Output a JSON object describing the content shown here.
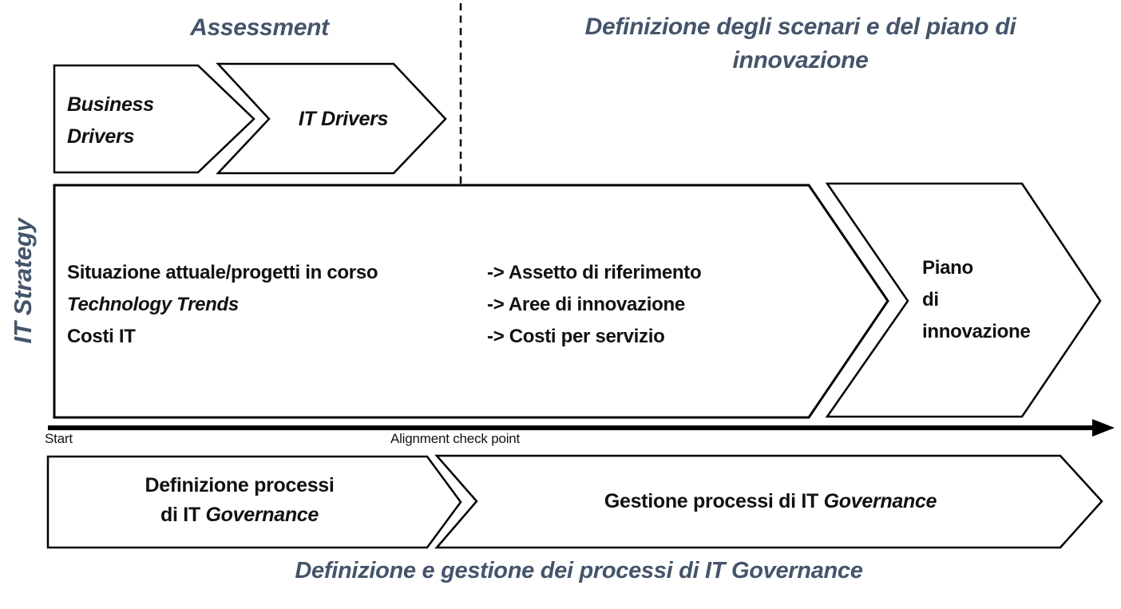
{
  "colors": {
    "accent": "#44546A",
    "shape_stroke": "#000000",
    "shape_fill": "#ffffff",
    "text": "#111111",
    "background": "#ffffff"
  },
  "phase_headers": {
    "assessment": "Assessment",
    "definizione": "Definizione degli scenari e del piano di\ninnovazione"
  },
  "side_label": "IT Strategy",
  "top_row": {
    "business_drivers": "Business\nDrivers",
    "it_drivers": "IT Drivers"
  },
  "main_box": {
    "left_items": [
      {
        "text": "Situazione attuale/progetti in corso",
        "style": "bold"
      },
      {
        "text": "Technology Trends",
        "style": "bold-italic"
      },
      {
        "text": "Costi IT",
        "style": "bold"
      }
    ],
    "right_items": [
      "-> Assetto di riferimento",
      "-> Aree di innovazione",
      "-> Costi per servizio"
    ],
    "output_label": "Piano\ndi\ninnovazione"
  },
  "timeline": {
    "start_label": "Start",
    "checkpoint_label": "Alignment check point"
  },
  "governance_row": {
    "definizione": {
      "line1": "Definizione processi",
      "line2_prefix": "di IT ",
      "line2_italic": "Governance"
    },
    "gestione": {
      "prefix": "Gestione processi di IT ",
      "italic": "Governance"
    }
  },
  "caption": "Definizione e gestione dei processi di IT Governance"
}
